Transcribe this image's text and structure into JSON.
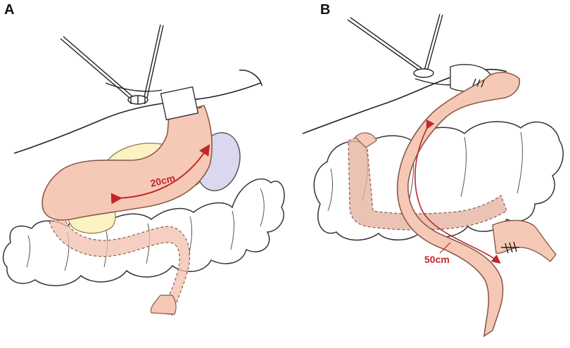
{
  "panels": [
    {
      "letter": "A",
      "measurement": "20cm"
    },
    {
      "letter": "B",
      "measurement": "50cm"
    }
  ],
  "colors": {
    "bowel_fill": "#f6c9b6",
    "bowel_stroke": "#8a5a48",
    "fat_fill": "#fbf3c4",
    "spleen_fill": "#d9d8ee",
    "colon_stroke": "#333333",
    "measure_red": "#c0272d",
    "line": "#222222"
  },
  "icons": [
    "retractor-instrument",
    "stomach-remnant",
    "spleen",
    "omentum-fat",
    "transverse-colon",
    "jejunal-loop",
    "anastomosis-staple-line",
    "measurement-arrow"
  ]
}
